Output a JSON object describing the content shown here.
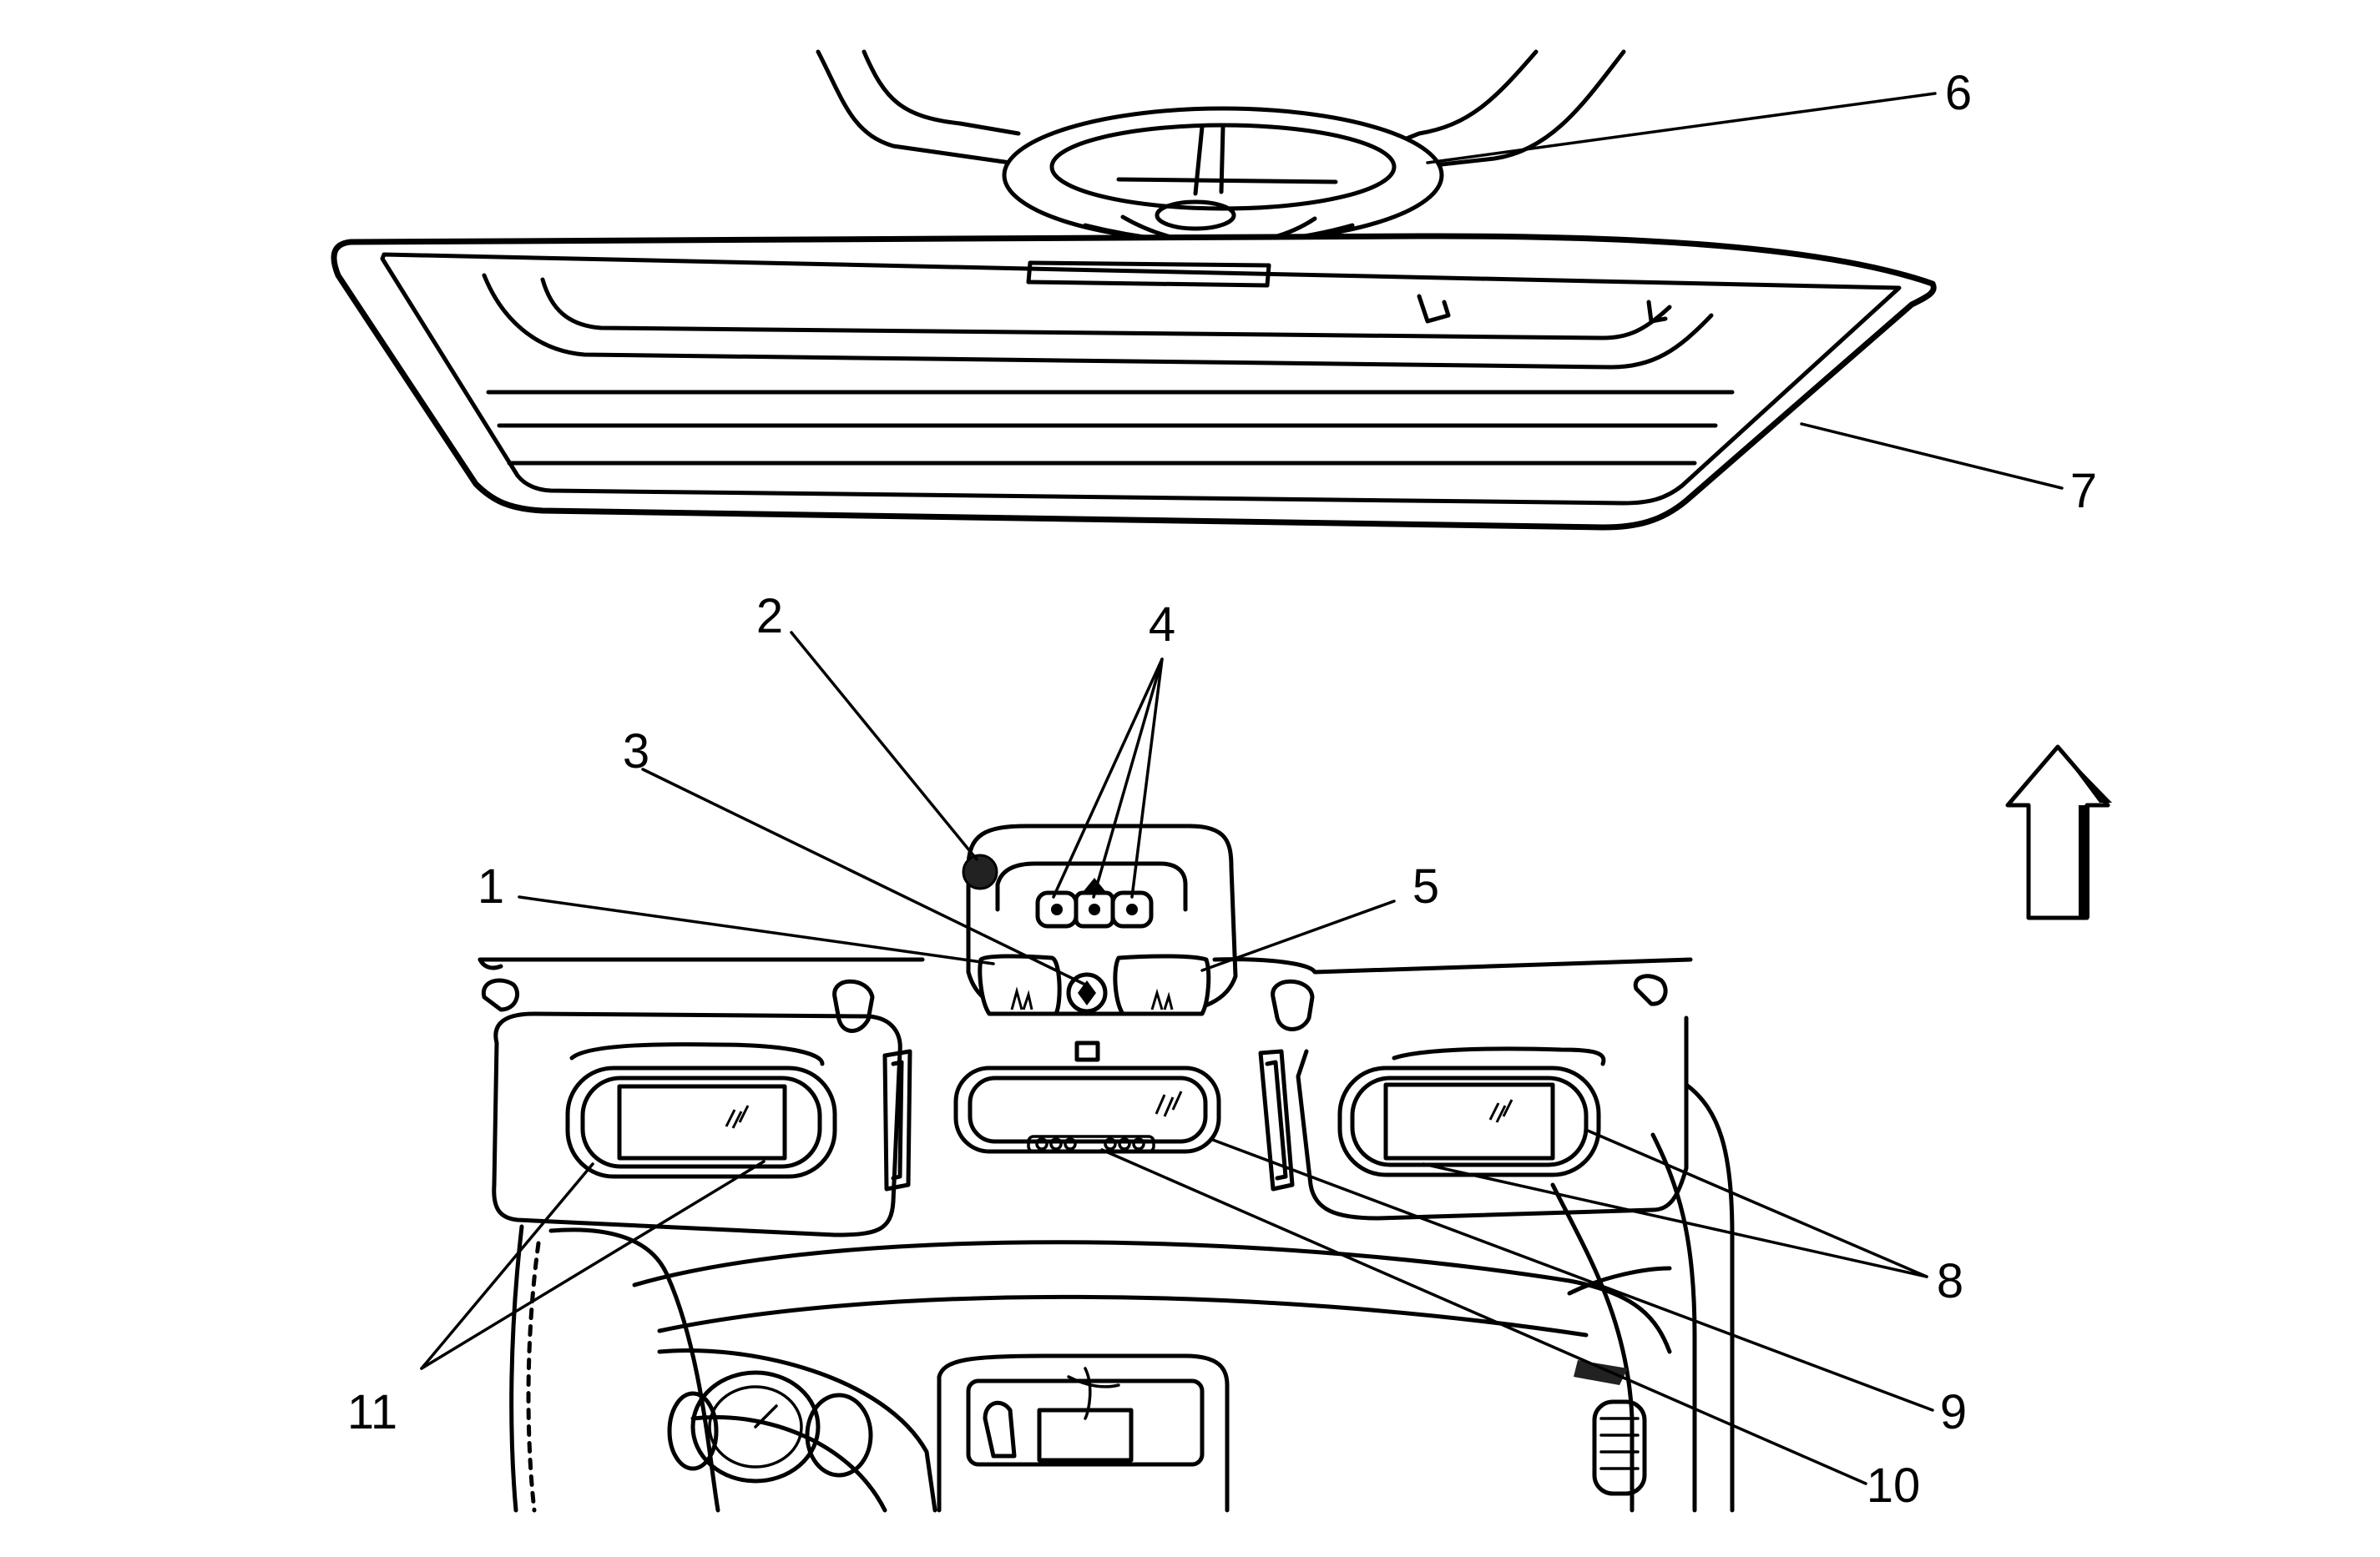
{
  "figure": {
    "background": "#ffffff",
    "line_color": "#000000"
  },
  "callouts": {
    "c1": "1",
    "c2": "2",
    "c3": "3",
    "c4": "4",
    "c5": "5",
    "c6": "6",
    "c7": "7",
    "c8": "8",
    "c9": "9",
    "c10": "10",
    "c11": "11"
  },
  "icons": {
    "direction_arrow": "up-arrow-icon"
  }
}
